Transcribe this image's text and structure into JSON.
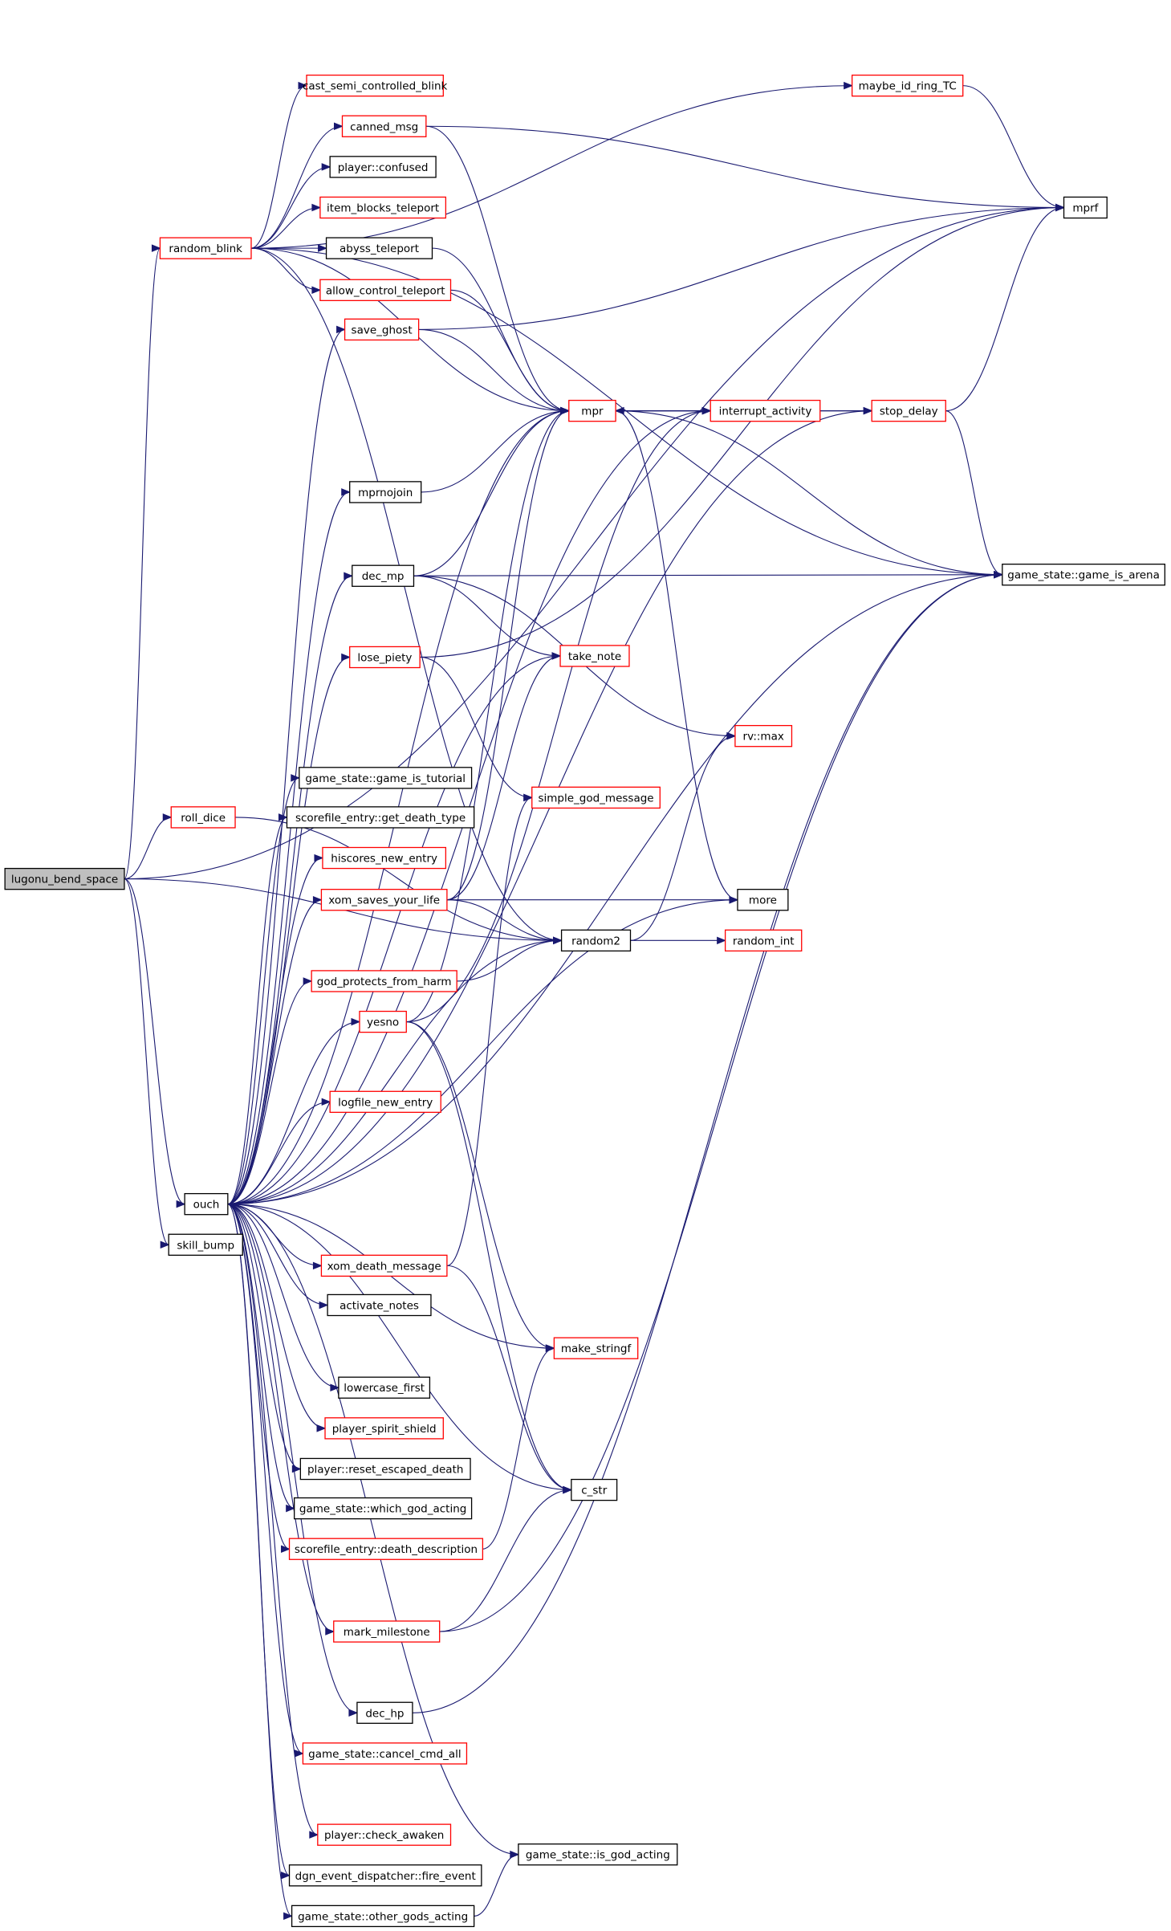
{
  "colors": {
    "edge": "#191970",
    "normal_border": "#000000",
    "external_border": "#ff0000",
    "root_fill": "#bfbfbf",
    "background": "#ffffff"
  },
  "nodes": [
    {
      "id": "lugonu_bend_space",
      "label": "lugonu_bend_space",
      "style": "root"
    },
    {
      "id": "roll_dice",
      "label": "roll_dice",
      "style": "red"
    },
    {
      "id": "random_blink",
      "label": "random_blink",
      "style": "red"
    },
    {
      "id": "ouch",
      "label": "ouch",
      "style": "black"
    },
    {
      "id": "skill_bump",
      "label": "skill_bump",
      "style": "black"
    },
    {
      "id": "cast_semi_controlled_blink",
      "label": "cast_semi_controlled_blink",
      "style": "red"
    },
    {
      "id": "canned_msg",
      "label": "canned_msg",
      "style": "red"
    },
    {
      "id": "player_confused",
      "label": "player::confused",
      "style": "black"
    },
    {
      "id": "item_blocks_teleport",
      "label": "item_blocks_teleport",
      "style": "red"
    },
    {
      "id": "abyss_teleport",
      "label": "abyss_teleport",
      "style": "black"
    },
    {
      "id": "allow_control_teleport",
      "label": "allow_control_teleport",
      "style": "red"
    },
    {
      "id": "save_ghost",
      "label": "save_ghost",
      "style": "red"
    },
    {
      "id": "mprnojoin",
      "label": "mprnojoin",
      "style": "black"
    },
    {
      "id": "dec_mp",
      "label": "dec_mp",
      "style": "black"
    },
    {
      "id": "lose_piety",
      "label": "lose_piety",
      "style": "red"
    },
    {
      "id": "gs_game_is_tutorial",
      "label": "game_state::game_is_tutorial",
      "style": "black"
    },
    {
      "id": "sfe_get_death_type",
      "label": "scorefile_entry::get_death_type",
      "style": "black"
    },
    {
      "id": "hiscores_new_entry",
      "label": "hiscores_new_entry",
      "style": "red"
    },
    {
      "id": "xom_saves_your_life",
      "label": "xom_saves_your_life",
      "style": "red"
    },
    {
      "id": "god_protects_from_harm",
      "label": "god_protects_from_harm",
      "style": "red"
    },
    {
      "id": "yesno",
      "label": "yesno",
      "style": "red"
    },
    {
      "id": "logfile_new_entry",
      "label": "logfile_new_entry",
      "style": "red"
    },
    {
      "id": "xom_death_message",
      "label": "xom_death_message",
      "style": "red"
    },
    {
      "id": "activate_notes",
      "label": "activate_notes",
      "style": "black"
    },
    {
      "id": "lowercase_first",
      "label": "lowercase_first",
      "style": "black"
    },
    {
      "id": "player_spirit_shield",
      "label": "player_spirit_shield",
      "style": "red"
    },
    {
      "id": "player_reset_escaped_death",
      "label": "player::reset_escaped_death",
      "style": "black"
    },
    {
      "id": "gs_which_god_acting",
      "label": "game_state::which_god_acting",
      "style": "black"
    },
    {
      "id": "sfe_death_description",
      "label": "scorefile_entry::death_description",
      "style": "red"
    },
    {
      "id": "mark_milestone",
      "label": "mark_milestone",
      "style": "red"
    },
    {
      "id": "dec_hp",
      "label": "dec_hp",
      "style": "black"
    },
    {
      "id": "gs_cancel_cmd_all",
      "label": "game_state::cancel_cmd_all",
      "style": "red"
    },
    {
      "id": "player_check_awaken",
      "label": "player::check_awaken",
      "style": "red"
    },
    {
      "id": "dgn_fire_event",
      "label": "dgn_event_dispatcher::fire_event",
      "style": "black"
    },
    {
      "id": "gs_other_gods_acting",
      "label": "game_state::other_gods_acting",
      "style": "black"
    },
    {
      "id": "mpr",
      "label": "mpr",
      "style": "red"
    },
    {
      "id": "take_note",
      "label": "take_note",
      "style": "red"
    },
    {
      "id": "simple_god_message",
      "label": "simple_god_message",
      "style": "red"
    },
    {
      "id": "random2",
      "label": "random2",
      "style": "black"
    },
    {
      "id": "make_stringf",
      "label": "make_stringf",
      "style": "red"
    },
    {
      "id": "c_str",
      "label": "c_str",
      "style": "black"
    },
    {
      "id": "gs_is_god_acting",
      "label": "game_state::is_god_acting",
      "style": "black"
    },
    {
      "id": "maybe_id_ring_TC",
      "label": "maybe_id_ring_TC",
      "style": "red"
    },
    {
      "id": "interrupt_activity",
      "label": "interrupt_activity",
      "style": "red"
    },
    {
      "id": "rv_max",
      "label": "rv::max",
      "style": "red"
    },
    {
      "id": "more",
      "label": "more",
      "style": "black"
    },
    {
      "id": "random_int",
      "label": "random_int",
      "style": "red"
    },
    {
      "id": "stop_delay",
      "label": "stop_delay",
      "style": "red"
    },
    {
      "id": "mprf",
      "label": "mprf",
      "style": "black"
    },
    {
      "id": "gs_game_is_arena",
      "label": "game_state::game_is_arena",
      "style": "black"
    }
  ],
  "edges": [
    [
      "lugonu_bend_space",
      "roll_dice"
    ],
    [
      "lugonu_bend_space",
      "random_blink"
    ],
    [
      "lugonu_bend_space",
      "ouch"
    ],
    [
      "lugonu_bend_space",
      "skill_bump"
    ],
    [
      "lugonu_bend_space",
      "random2"
    ],
    [
      "lugonu_bend_space",
      "mprf"
    ],
    [
      "roll_dice",
      "random2"
    ],
    [
      "random_blink",
      "cast_semi_controlled_blink"
    ],
    [
      "random_blink",
      "canned_msg"
    ],
    [
      "random_blink",
      "player_confused"
    ],
    [
      "random_blink",
      "item_blocks_teleport"
    ],
    [
      "random_blink",
      "abyss_teleport"
    ],
    [
      "random_blink",
      "allow_control_teleport"
    ],
    [
      "random_blink",
      "maybe_id_ring_TC"
    ],
    [
      "random_blink",
      "mpr"
    ],
    [
      "random_blink",
      "random2"
    ],
    [
      "random_blink",
      "gs_game_is_arena"
    ],
    [
      "canned_msg",
      "mpr"
    ],
    [
      "canned_msg",
      "mprf"
    ],
    [
      "maybe_id_ring_TC",
      "mprf"
    ],
    [
      "abyss_teleport",
      "mpr"
    ],
    [
      "allow_control_teleport",
      "mpr"
    ],
    [
      "save_ghost",
      "mpr"
    ],
    [
      "save_ghost",
      "mprf"
    ],
    [
      "mprnojoin",
      "mpr"
    ],
    [
      "dec_mp",
      "mpr"
    ],
    [
      "dec_mp",
      "take_note"
    ],
    [
      "dec_mp",
      "rv_max"
    ],
    [
      "dec_mp",
      "gs_game_is_arena"
    ],
    [
      "mpr",
      "interrupt_activity"
    ],
    [
      "mpr",
      "more"
    ],
    [
      "mpr",
      "gs_game_is_arena"
    ],
    [
      "interrupt_activity",
      "mpr"
    ],
    [
      "interrupt_activity",
      "stop_delay"
    ],
    [
      "stop_delay",
      "mpr"
    ],
    [
      "stop_delay",
      "mprf"
    ],
    [
      "stop_delay",
      "gs_game_is_arena"
    ],
    [
      "lose_piety",
      "mprf"
    ],
    [
      "lose_piety",
      "simple_god_message"
    ],
    [
      "xom_saves_your_life",
      "mpr"
    ],
    [
      "xom_saves_your_life",
      "take_note"
    ],
    [
      "xom_saves_your_life",
      "more"
    ],
    [
      "xom_saves_your_life",
      "random2"
    ],
    [
      "god_protects_from_harm",
      "random2"
    ],
    [
      "yesno",
      "mpr"
    ],
    [
      "yesno",
      "interrupt_activity"
    ],
    [
      "yesno",
      "make_stringf"
    ],
    [
      "yesno",
      "c_str"
    ],
    [
      "random2",
      "rv_max"
    ],
    [
      "random2",
      "random_int"
    ],
    [
      "xom_death_message",
      "simple_god_message"
    ],
    [
      "xom_death_message",
      "c_str"
    ],
    [
      "sfe_death_description",
      "make_stringf"
    ],
    [
      "mark_milestone",
      "c_str"
    ],
    [
      "mark_milestone",
      "gs_game_is_arena"
    ],
    [
      "dec_hp",
      "gs_game_is_arena"
    ],
    [
      "ouch",
      "save_ghost"
    ],
    [
      "ouch",
      "interrupt_activity"
    ],
    [
      "ouch",
      "mpr"
    ],
    [
      "ouch",
      "mprnojoin"
    ],
    [
      "ouch",
      "dec_mp"
    ],
    [
      "ouch",
      "take_note"
    ],
    [
      "ouch",
      "lose_piety"
    ],
    [
      "ouch",
      "random2"
    ],
    [
      "ouch",
      "gs_game_is_tutorial"
    ],
    [
      "ouch",
      "sfe_get_death_type"
    ],
    [
      "ouch",
      "hiscores_new_entry"
    ],
    [
      "ouch",
      "xom_saves_your_life"
    ],
    [
      "ouch",
      "god_protects_from_harm"
    ],
    [
      "ouch",
      "yesno"
    ],
    [
      "ouch",
      "stop_delay"
    ],
    [
      "ouch",
      "logfile_new_entry"
    ],
    [
      "ouch",
      "xom_death_message"
    ],
    [
      "ouch",
      "activate_notes"
    ],
    [
      "ouch",
      "make_stringf"
    ],
    [
      "ouch",
      "more"
    ],
    [
      "ouch",
      "lowercase_first"
    ],
    [
      "ouch",
      "player_spirit_shield"
    ],
    [
      "ouch",
      "player_reset_escaped_death"
    ],
    [
      "ouch",
      "gs_which_god_acting"
    ],
    [
      "ouch",
      "sfe_death_description"
    ],
    [
      "ouch",
      "c_str"
    ],
    [
      "ouch",
      "mark_milestone"
    ],
    [
      "ouch",
      "gs_game_is_arena"
    ],
    [
      "ouch",
      "dec_hp"
    ],
    [
      "ouch",
      "gs_cancel_cmd_all"
    ],
    [
      "ouch",
      "player_check_awaken"
    ],
    [
      "ouch",
      "gs_is_god_acting"
    ],
    [
      "ouch",
      "dgn_fire_event"
    ],
    [
      "ouch",
      "gs_other_gods_acting"
    ],
    [
      "gs_other_gods_acting",
      "gs_is_god_acting"
    ]
  ]
}
